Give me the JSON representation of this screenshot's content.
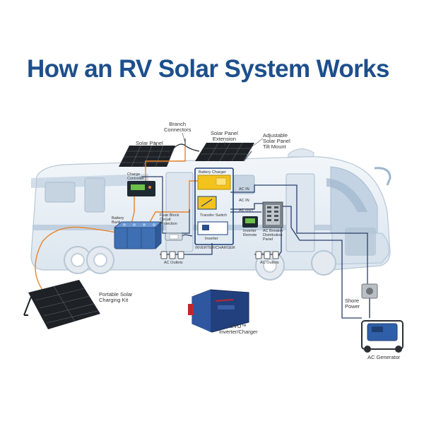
{
  "title": "How an RV Solar System Works",
  "labels": {
    "branch_connectors": "Branch\nConnectors",
    "solar_panel": "Solar Panel",
    "solar_panel_extension": "Solar Panel\nExtension",
    "adjustable_tilt_mount": "Adjustable\nSolar Panel\nTilt Mount",
    "charge_controller": "Charge\nController",
    "battery_charger": "Battery Charger",
    "ac_in_1": "AC IN",
    "ac_in_2": "AC IN",
    "ac_out": "AC OUT",
    "transfer_switch": "Transfer Switch",
    "inverter": "Inverter",
    "inverter_charger": "INVERTER/CHARGER",
    "battery_bank": "Battery\nBank",
    "fuse_block": "Fuse Block\nCircuit\nProtection",
    "inverter_remote": "Inverter\nRemote",
    "ac_breaker": "AC Breaker\nDistribution\nPanel",
    "ac_outlets_1": "AC Outlets",
    "ac_outlets_2": "AC Outlets",
    "portable_kit": "Portable Solar\nCharging Kit",
    "evo": "EVO™\nInverter/Charger",
    "shore_power": "Shore\nPower",
    "ac_generator": "AC Generator"
  },
  "colors": {
    "title": "#1d4f8c",
    "rv_body": "#e8eff5",
    "rv_stripe": "#9fb6cc",
    "wire_dc": "#e8842a",
    "wire_ac": "#2a3f6b",
    "battery": "#4f7fc0",
    "charger": "#f3c21c",
    "evo_unit": "#22407e",
    "generator": "#2f5fa8"
  }
}
